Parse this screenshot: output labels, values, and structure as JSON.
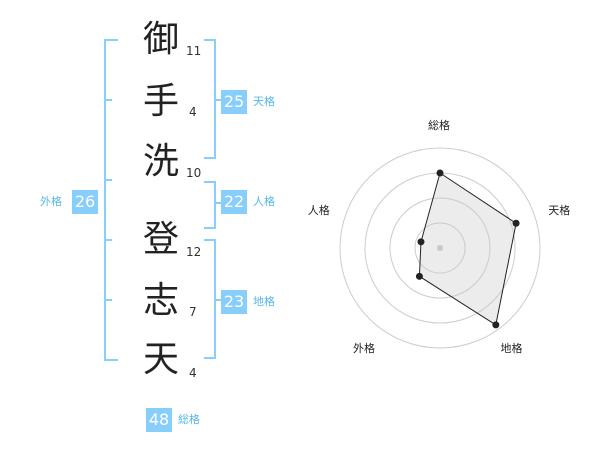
{
  "name": {
    "chars": [
      {
        "kanji": "御",
        "strokes": "11"
      },
      {
        "kanji": "手",
        "strokes": "4"
      },
      {
        "kanji": "洗",
        "strokes": "10"
      },
      {
        "kanji": "登",
        "strokes": "12"
      },
      {
        "kanji": "志",
        "strokes": "7"
      },
      {
        "kanji": "天",
        "strokes": "4"
      }
    ]
  },
  "kaku": {
    "tenkaku": {
      "value": "25",
      "label": "天格"
    },
    "jinkaku": {
      "value": "22",
      "label": "人格"
    },
    "chikaku": {
      "value": "23",
      "label": "地格"
    },
    "gaikaku": {
      "value": "26",
      "label": "外格"
    },
    "soukaku": {
      "value": "48",
      "label": "総格"
    }
  },
  "colors": {
    "accent": "#87cefa",
    "accent_text": "#55b7ec",
    "bracket": "#87cefa"
  },
  "chart_data": {
    "type": "radar",
    "axes": [
      "総格",
      "天格",
      "地格",
      "外格",
      "人格"
    ],
    "values": [
      0.75,
      0.8,
      0.95,
      0.35,
      0.2
    ],
    "rings": 4
  }
}
